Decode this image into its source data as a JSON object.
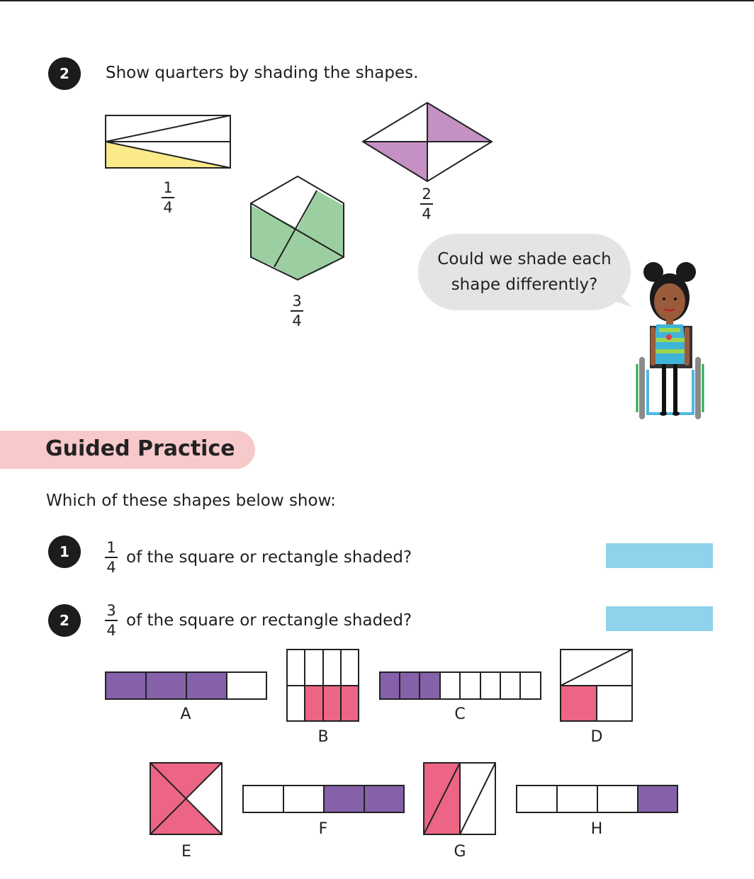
{
  "section_top": {
    "number": "2",
    "instruction": "Show quarters by shading the shapes.",
    "fractions": [
      {
        "num": "1",
        "den": "4"
      },
      {
        "num": "2",
        "den": "4"
      },
      {
        "num": "3",
        "den": "4"
      }
    ],
    "speech_bubble": {
      "line1": "Could we shade each",
      "line2": "shape differently?"
    }
  },
  "guided_practice": {
    "title": "Guided Practice",
    "intro": "Which of these shapes below show:",
    "questions": [
      {
        "number": "1",
        "num": "1",
        "den": "4",
        "text": "of the square or rectangle shaded?"
      },
      {
        "number": "2",
        "num": "3",
        "den": "4",
        "text": "of the square or rectangle shaded?"
      }
    ],
    "shape_labels": [
      "A",
      "B",
      "C",
      "D",
      "E",
      "F",
      "G",
      "H"
    ]
  },
  "colors": {
    "yellow": "#fbea8a",
    "lilac": "#c590c4",
    "green": "#9bcfa1",
    "purple": "#8461a9",
    "pink": "#ec6584",
    "banner": "#f7c9cb",
    "answer_box": "#8fd2ec"
  }
}
